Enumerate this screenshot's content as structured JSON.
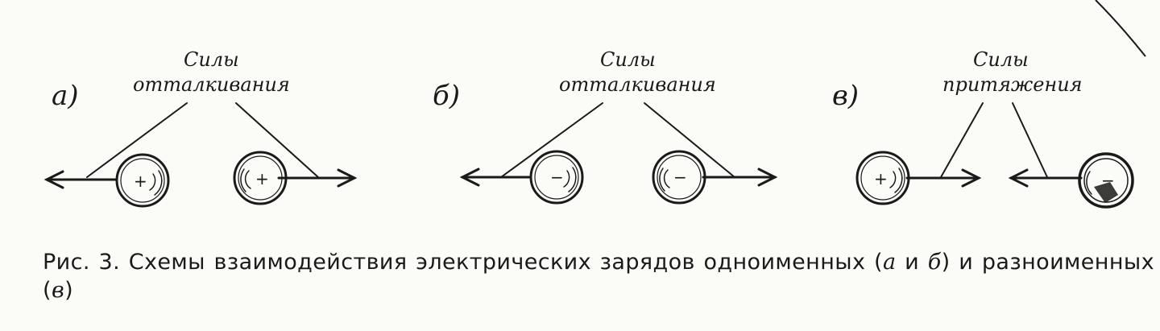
{
  "panels": [
    {
      "letter": "а)",
      "force_line1": "Силы",
      "force_line2": "отталкивания",
      "left_sign": "+",
      "right_sign": "+",
      "type": "repulsion"
    },
    {
      "letter": "б)",
      "force_line1": "Силы",
      "force_line2": "отталкивания",
      "left_sign": "−",
      "right_sign": "−",
      "type": "repulsion"
    },
    {
      "letter": "в)",
      "force_line1": "Силы",
      "force_line2": "притяжения",
      "left_sign": "+",
      "right_sign": "−",
      "type": "attraction"
    }
  ],
  "caption": {
    "prefix": "Рис. 3. Схемы взаимодействия электрических зарядов одноименных (",
    "letter_a": "а",
    "conj": " и ",
    "letter_b": "б",
    "middle": ") и разноименных (",
    "letter_c": "в",
    "suffix": ")"
  }
}
